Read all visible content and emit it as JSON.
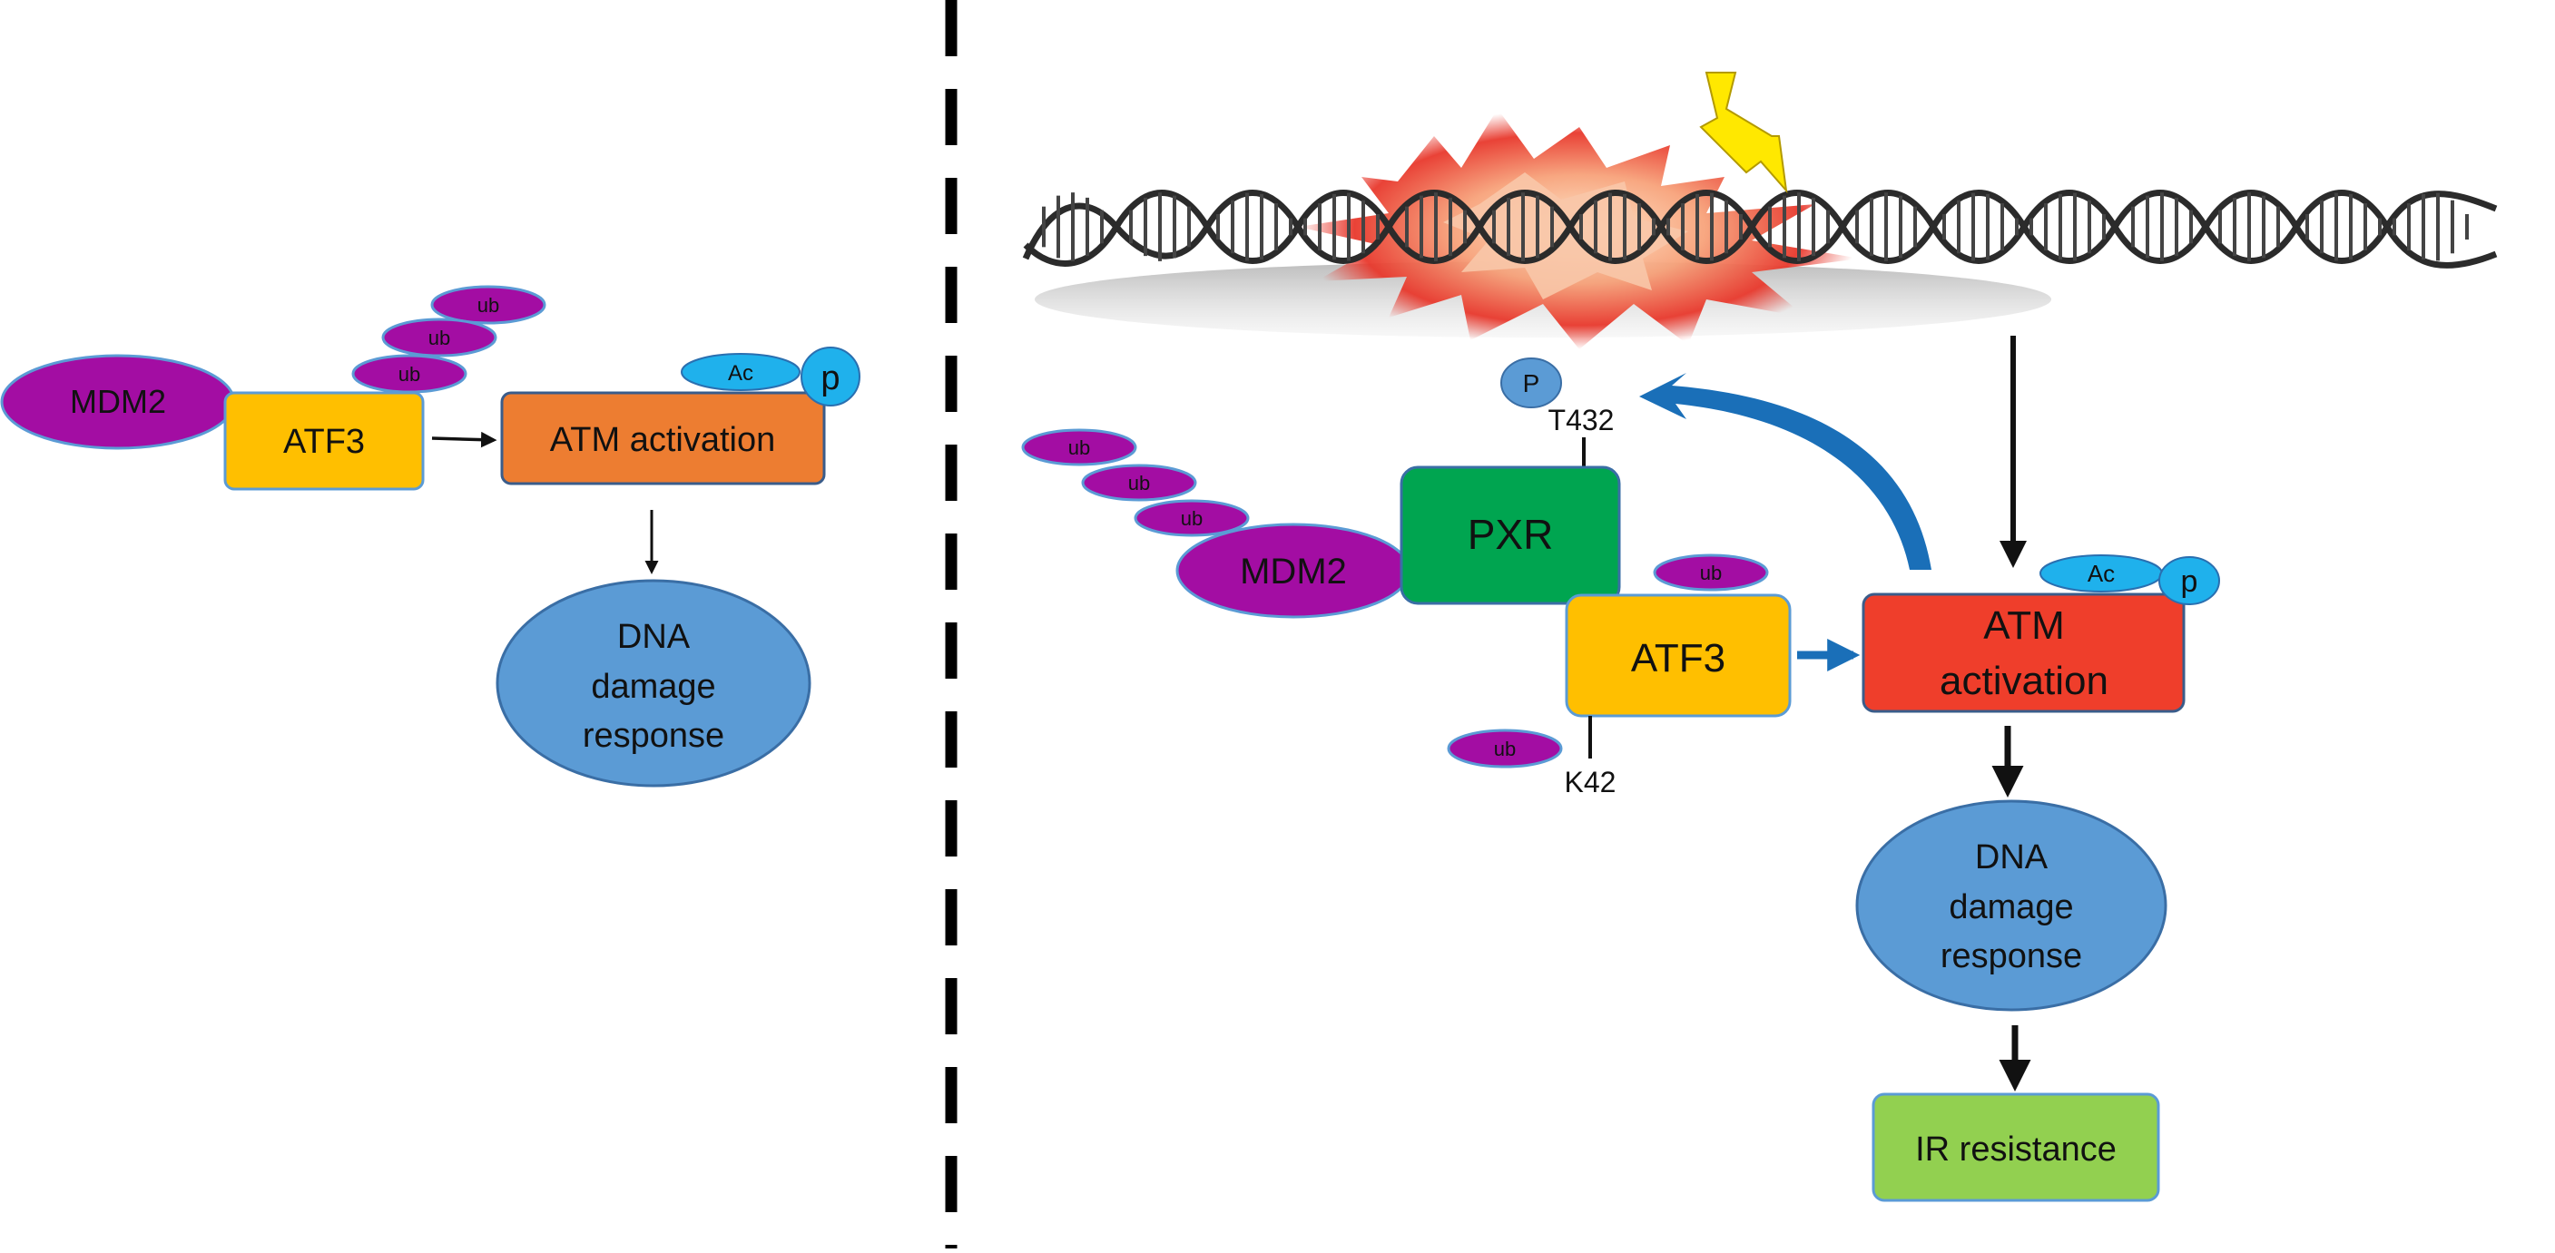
{
  "left_panel": {
    "mdm2": "MDM2",
    "atf3": "ATF3",
    "atm": "ATM activation",
    "ub": [
      "ub",
      "ub",
      "ub"
    ],
    "ac": "Ac",
    "p": "p",
    "dna_response": [
      "DNA",
      "damage",
      "response"
    ]
  },
  "right_panel": {
    "mdm2": "MDM2",
    "pxr": "PXR",
    "atf3": "ATF3",
    "atm": [
      "ATM",
      "activation"
    ],
    "ub": [
      "ub",
      "ub",
      "ub",
      "ub",
      "ub"
    ],
    "ac": "Ac",
    "p": "p",
    "phospho": "P",
    "site_t432": "T432",
    "site_k42": "K42",
    "dna_response": [
      "DNA",
      "damage",
      "response"
    ],
    "ir_resistance": "IR resistance"
  },
  "colors": {
    "magenta": "#a30da3",
    "atf3_yellow": "#ffbf00",
    "atm_orange": "#ed7d31",
    "atm_red": "#ef3e2b",
    "dna_blue": "#5b9bd5",
    "pxr_green": "#00a550",
    "ir_green": "#92d050",
    "cyan": "#1fb1ec",
    "arrow_blue": "#1a6fb8"
  },
  "icons": [
    "dna-helix-icon",
    "lightning-bolt-icon",
    "explosion-burst-icon"
  ]
}
